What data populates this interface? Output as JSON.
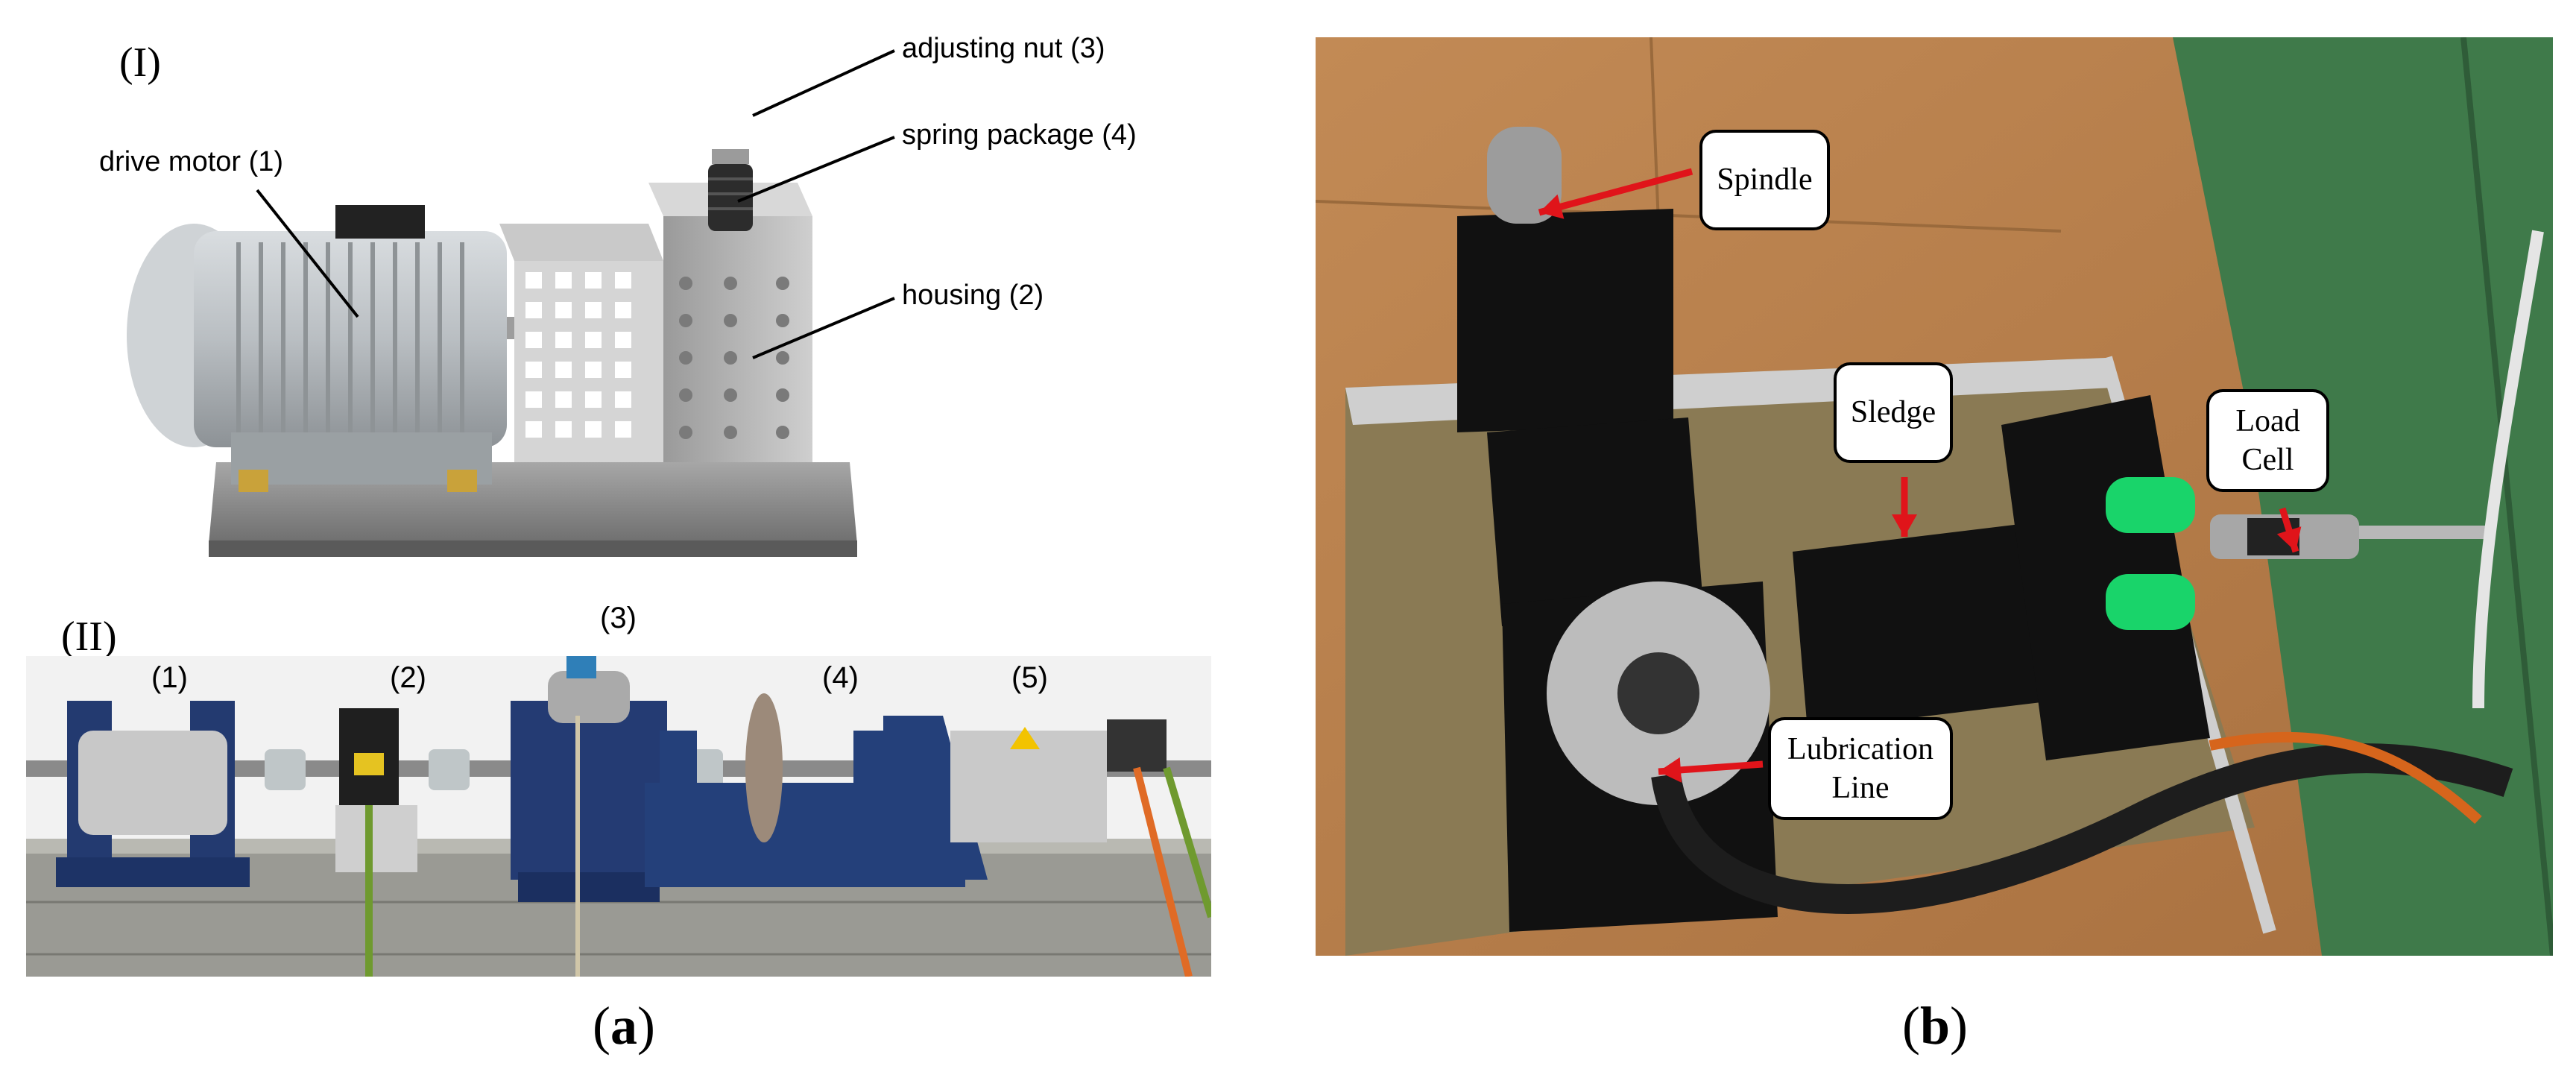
{
  "panel_a": {
    "part1": {
      "marker": "(I)",
      "labels": {
        "drive_motor": "drive motor (1)",
        "adjusting_nut": "adjusting nut (3)",
        "spring_package": "spring package (4)",
        "housing": "housing (2)"
      }
    },
    "part2": {
      "marker": "(II)",
      "labels": [
        "(1)",
        "(2)",
        "(3)",
        "(4)",
        "(5)"
      ]
    },
    "caption": {
      "open": "(",
      "letter": "a",
      "close": ")"
    }
  },
  "panel_b": {
    "callouts": {
      "spindle": "Spindle",
      "sledge": "Sledge",
      "load_cell_line1": "Load",
      "load_cell_line2": "Cell",
      "lubrication_line1": "Lubrication",
      "lubrication_line2": "Line"
    },
    "arrow_color": "#e0141a",
    "caption": {
      "open": "(",
      "letter": "b",
      "close": ")"
    }
  }
}
